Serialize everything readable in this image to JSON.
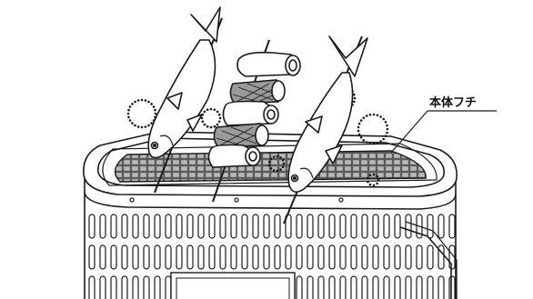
{
  "callout": {
    "label": "本体フチ"
  },
  "colors": {
    "line": "#1a1a1a",
    "grill": "#7d7d7d",
    "grill_dark": "#333333",
    "fill": "#ffffff"
  },
  "icons": [
    "fish-illustration",
    "skewered-meat-illustration",
    "grill-net",
    "stove-body",
    "smoke-dots"
  ]
}
